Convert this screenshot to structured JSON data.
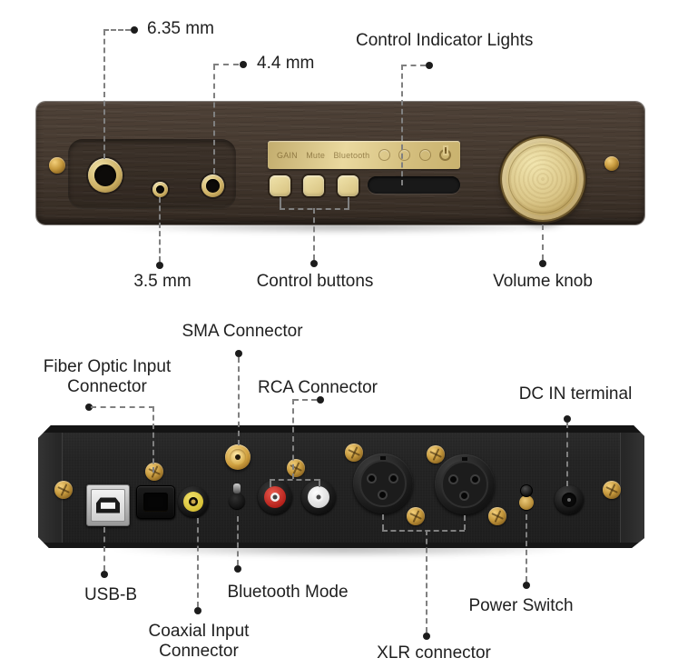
{
  "front_view": {
    "panel_print": {
      "gain": "GAIN",
      "mute": "Mute",
      "bluetooth": "Bluetooth"
    },
    "indicator_icons": [
      "gain-indicator-ring-icon",
      "mute-indicator-ring-icon",
      "bluetooth-indicator-ring-icon",
      "power-icon"
    ],
    "callouts": {
      "jack_635": "6.35 mm",
      "jack_44": "4.4 mm",
      "indicator_lights": "Control Indicator Lights",
      "jack_35": "3.5 mm",
      "control_buttons": "Control buttons",
      "volume_knob": "Volume knob"
    }
  },
  "back_view": {
    "callouts": {
      "sma": "SMA Connector",
      "fiber_line1": "Fiber Optic Input",
      "fiber_line2": "Connector",
      "rca": "RCA Connector",
      "dc_in": "DC IN terminal",
      "usb_b": "USB-B",
      "coax_line1": "Coaxial Input",
      "coax_line2": "Connector",
      "bluetooth_mode": "Bluetooth Mode",
      "xlr": "XLR connector",
      "power_switch": "Power Switch"
    }
  },
  "colors": {
    "gold": "#d6c084",
    "wood_panel": "#443a30",
    "rear_panel": "#242424",
    "label_text": "#1f1f1f",
    "callout_line": "#808080",
    "coax_yellow": "#d7c036",
    "rca_red": "#b5211b",
    "rca_white": "#dadada"
  }
}
